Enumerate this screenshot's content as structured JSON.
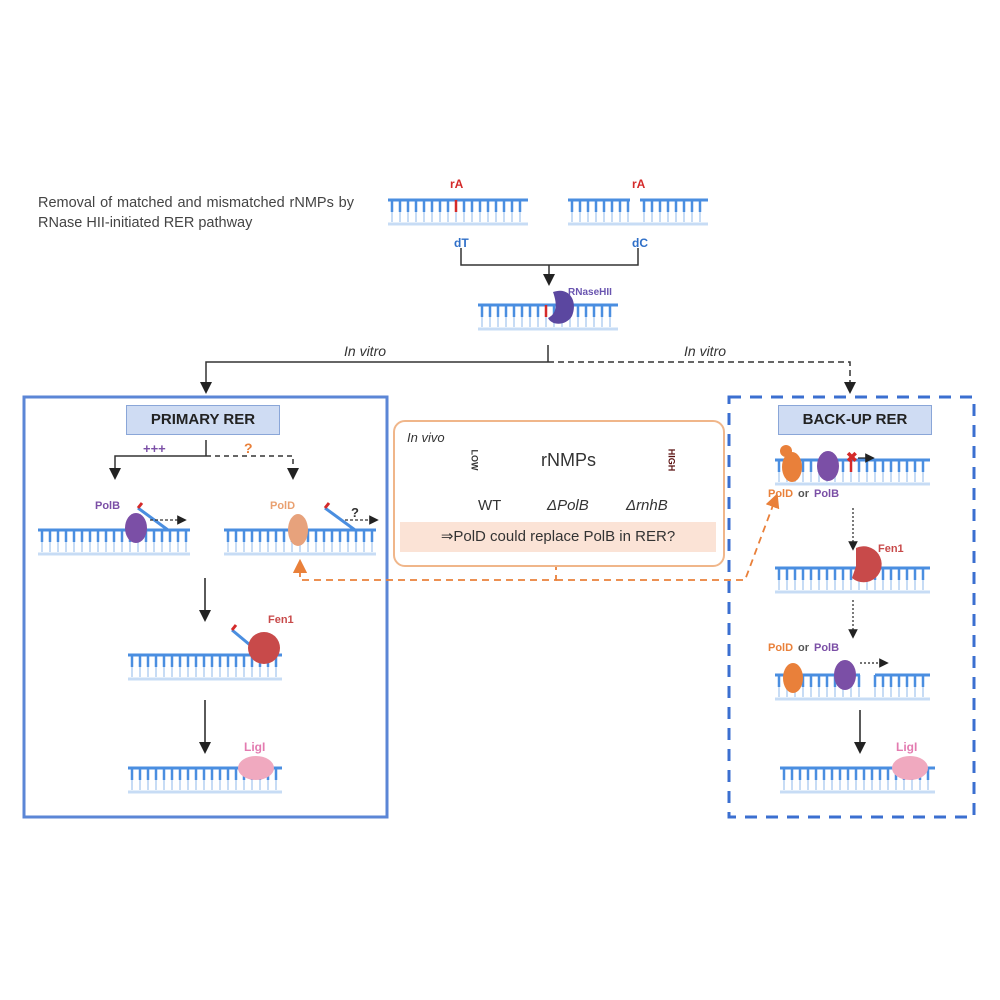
{
  "title": "Removal of matched and mismatched rNMPs by RNase HII-initiated RER pathway",
  "substrates": [
    {
      "top_label": "rA",
      "bottom_label": "dT"
    },
    {
      "top_label": "rA",
      "bottom_label": "dC"
    }
  ],
  "enzymes": {
    "rnasehii": "RNaseHII",
    "polb": "PolB",
    "pold": "PolD",
    "fen1": "Fen1",
    "lig1": "LigI",
    "or": "or"
  },
  "branches": {
    "left_label": "In vitro",
    "right_label": "In vitro"
  },
  "primary": {
    "title": "PRIMARY RER",
    "polb_strength": "+++",
    "pold_uncertain": "?",
    "pold_activity": "?"
  },
  "backup": {
    "title": "BACK-UP RER"
  },
  "in_vivo": {
    "label": "In vivo",
    "gradient_label": "rNMPs",
    "low": "LOW",
    "high": "HIGH",
    "genotypes": [
      "WT",
      "ΔPolB",
      "ΔrnhB"
    ],
    "question": "⇒PolD could replace PolB in RER?"
  },
  "colors": {
    "dna": "#4a8ee0",
    "dna_light": "#c7dcf5",
    "ribo": "#d42a2a",
    "polb": "#7b4fa6",
    "pold": "#e9803a",
    "fen1": "#c84a4a",
    "lig1": "#f0a9bf",
    "rnasehii": "#5b47a0",
    "primary_border": "#5b86d6",
    "backup_border": "#3b6fd0",
    "invivo_border": "#f0b68a"
  }
}
